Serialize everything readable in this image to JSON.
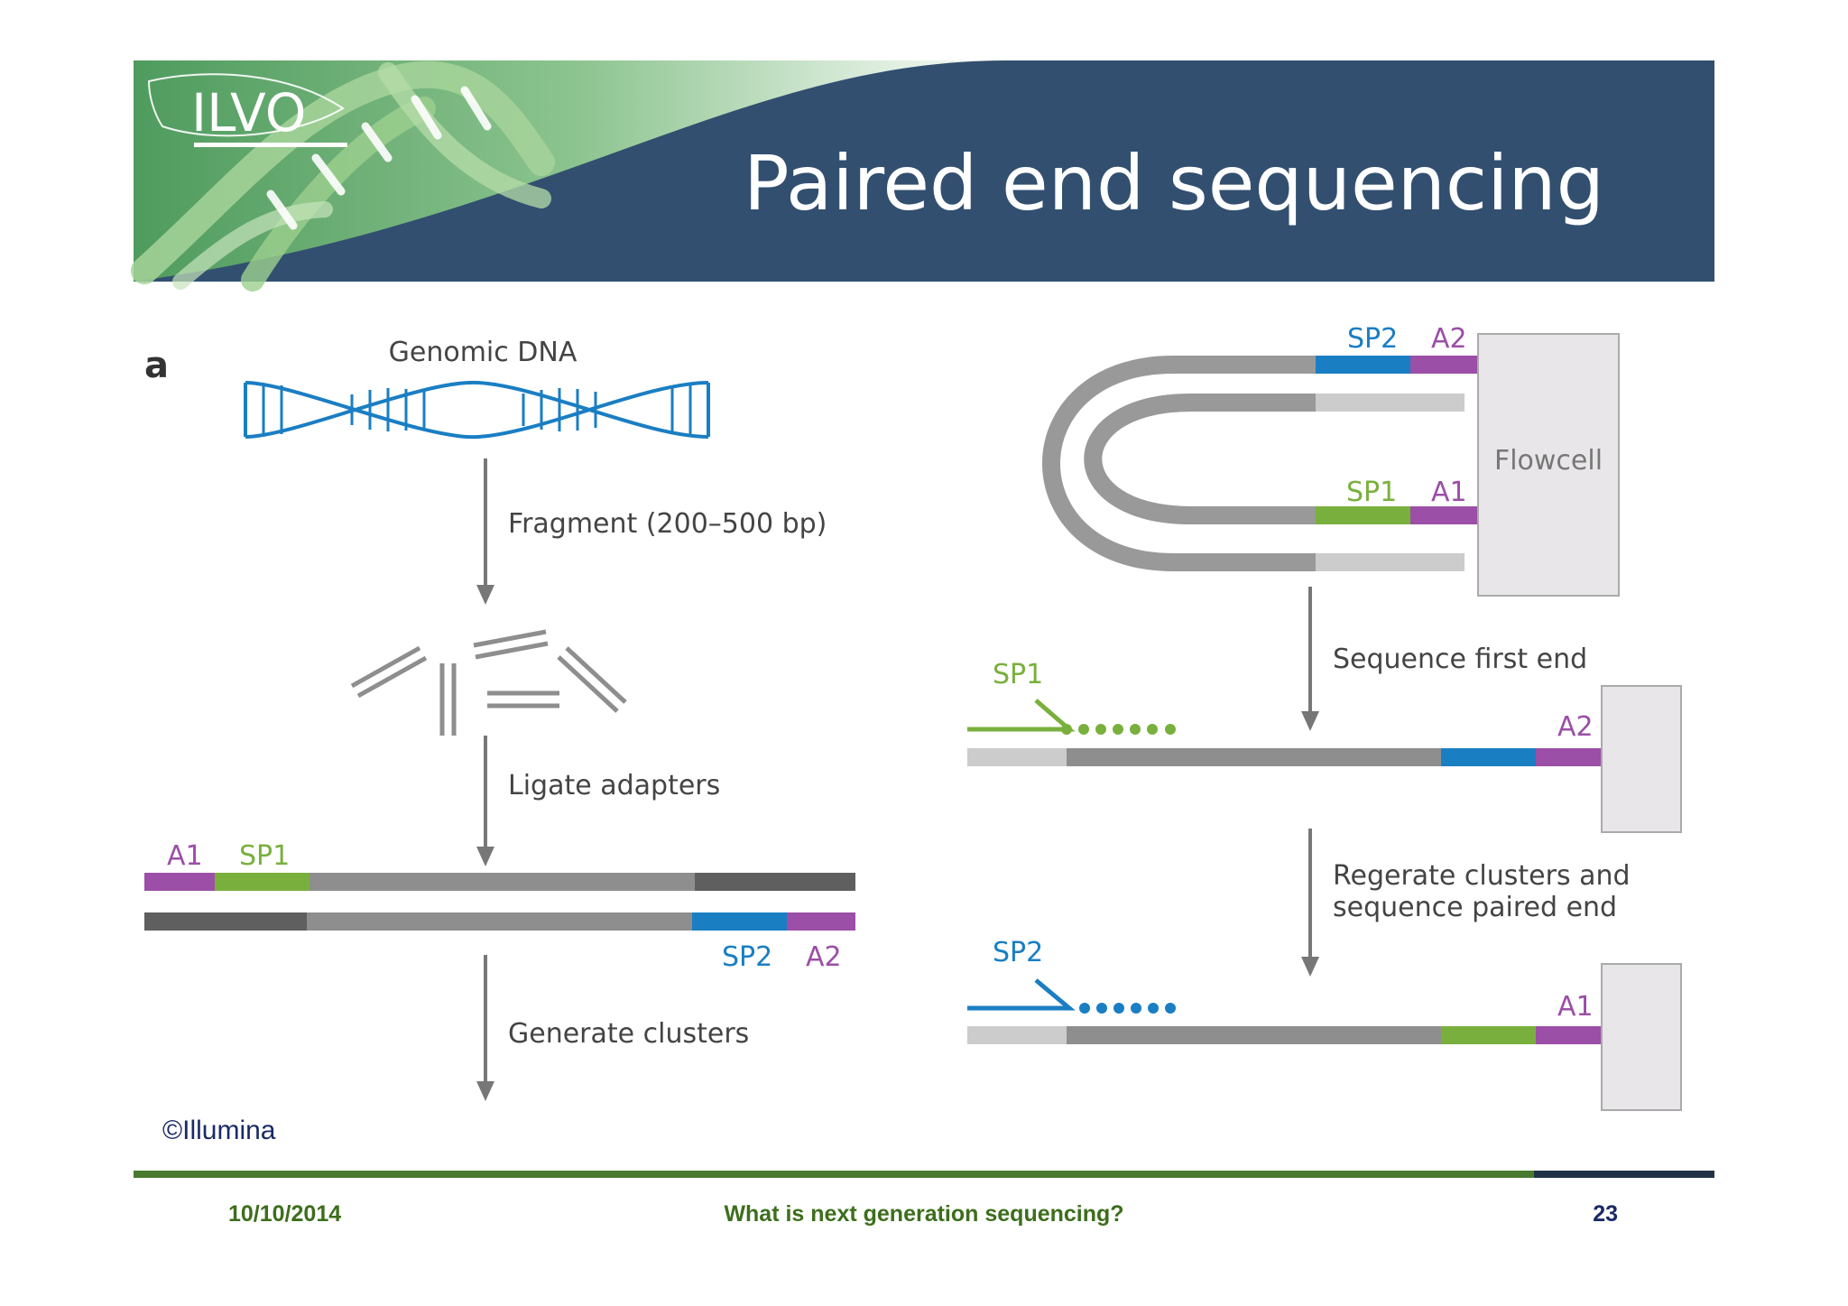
{
  "header": {
    "logo": "ILVO",
    "title": "Paired end sequencing"
  },
  "left_panel": {
    "panel_letter": "a",
    "genomic_dna": "Genomic DNA",
    "step_fragment": "Fragment (200–500 bp)",
    "step_ligate": "Ligate adapters",
    "step_generate": "Generate clusters",
    "adapter_a1": "A1",
    "adapter_sp1": "SP1",
    "adapter_sp2": "SP2",
    "adapter_a2": "A2"
  },
  "right_panel": {
    "flowcell": "Flowcell",
    "top_sp2": "SP2",
    "top_a2": "A2",
    "top_sp1": "SP1",
    "top_a1": "A1",
    "step_first_end": "Sequence first end",
    "primer_sp1": "SP1",
    "mid_a2": "A2",
    "step_paired_line1": "Regerate clusters and",
    "step_paired_line2": "sequence paired end",
    "primer_sp2": "SP2",
    "bottom_a1": "A1"
  },
  "credit": "©Illumina",
  "footer": {
    "date": "10/10/2014",
    "topic": "What is next generation sequencing?",
    "page_number": "23"
  },
  "colors": {
    "header_navy": "#324f70",
    "header_green": "#5ea86a",
    "footer_rule_green": "#4a7a2e",
    "footer_rule_navy": "#1d2a4a",
    "footer_text_green": "#3d6e1c",
    "footer_page_navy": "#1a2a66",
    "adapter_purple": "#9b4fa6",
    "adapter_green": "#79b03d",
    "adapter_blue": "#1a7ec3",
    "dna_blue": "#1a7ec3",
    "strand_gray": "#8e8e8e",
    "strand_dark": "#5f5f5f",
    "strand_light": "#cccccc",
    "flowcell_fill": "#e8e6e8",
    "credit_navy": "#1a2a66"
  }
}
